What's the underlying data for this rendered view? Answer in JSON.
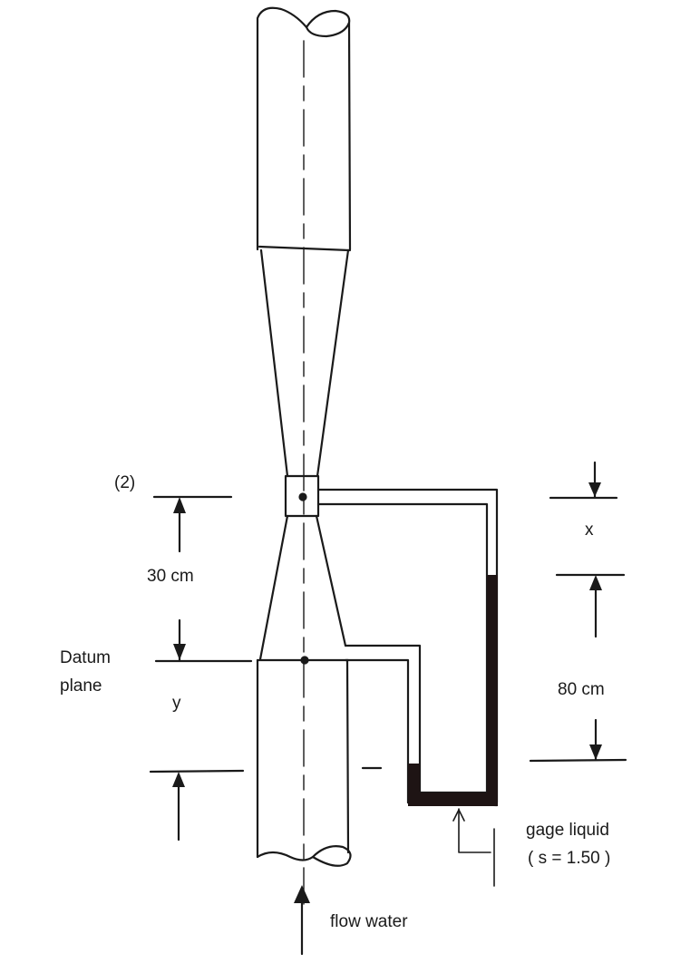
{
  "diagram": {
    "type": "venturi meter with differential U-tube manometer (vertical)",
    "labels": {
      "section_2": "(2)",
      "dist_30": "30 cm",
      "datum_line1": "Datum",
      "datum_line2": "plane",
      "y": "y",
      "x": "x",
      "dist_80": "80 cm",
      "gage_line1": "gage liquid",
      "gage_line2": "( s = 1.50 )",
      "flow": "flow water"
    },
    "colors": {
      "line": "#1a1a1a",
      "gage_liquid": "#1e1414",
      "background": "#ffffff"
    }
  }
}
